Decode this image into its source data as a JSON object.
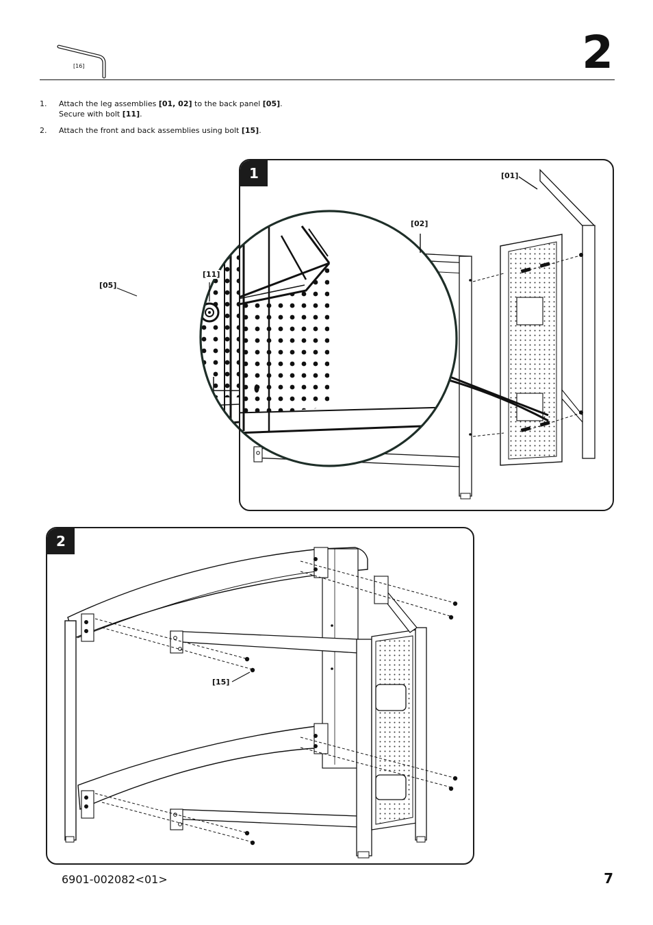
{
  "header": {
    "tool_part": "[16]",
    "step_number": "2"
  },
  "instructions": [
    {
      "number": "1.",
      "pre": "Attach the leg assemblies ",
      "bold1": "[01, 02]",
      "mid": " to the back panel ",
      "bold2": "[05]",
      "mid2": ". Secure with bolt ",
      "bold3": "[11]",
      "post": "."
    },
    {
      "number": "2.",
      "pre": "Attach the front and back assemblies using bolt ",
      "bold1": "[15]",
      "post": "."
    }
  ],
  "panel1": {
    "badge": "1",
    "callouts": {
      "p01": "[01]",
      "p02": "[02]",
      "p05": "[05]",
      "p11": "[11]"
    }
  },
  "panel2": {
    "badge": "2",
    "callouts": {
      "p15": "[15]"
    }
  },
  "footer": {
    "doc_code": "6901-002082<01>",
    "page_number": "7"
  }
}
